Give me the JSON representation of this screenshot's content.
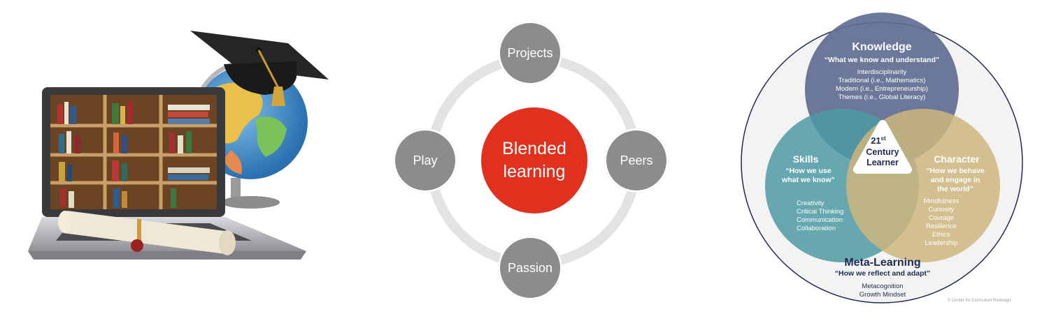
{
  "center": {
    "core_line1": "Blended",
    "core_line2": "learning",
    "nodes": {
      "top": "Projects",
      "right": "Peers",
      "bottom": "Passion",
      "left": "Play"
    }
  },
  "venn": {
    "knowledge": {
      "title": "Knowledge",
      "subtitle": "“What we know and understand”",
      "items": [
        "Interdisciplinarity",
        "Traditional (i.e., Mathematics)",
        "Modern (i.e., Entrepreneurship)",
        "Themes (i.e., Global Literacy)"
      ]
    },
    "skills": {
      "title": "Skills",
      "subtitle_line1": "“How we use",
      "subtitle_line2": "what we know”",
      "items": [
        "Creativity",
        "Critical Thinking",
        "Communication",
        "Collaboration"
      ]
    },
    "character": {
      "title": "Character",
      "subtitle_line1": "“How we behave",
      "subtitle_line2": "and engage in",
      "subtitle_line3": "the world”",
      "items": [
        "Mindfulness",
        "Curiosity",
        "Courage",
        "Resilience",
        "Ethics",
        "Leadership"
      ]
    },
    "center": {
      "line1": "21",
      "sup": "st",
      "line2": "Century",
      "line3": "Learner"
    },
    "meta": {
      "title": "Meta-Learning",
      "subtitle": "“How we reflect and adapt”",
      "items": [
        "Metacognition",
        "Growth Mindset"
      ]
    },
    "copyright": "© Center for Curriculum Redesign"
  },
  "colors": {
    "core_red": "#e0311f",
    "node_gray": "#8c8c8c",
    "ring_gray": "#e3e3e3",
    "knowledge_blue": "#5f6e93",
    "skills_teal": "#4e9aa3",
    "character_gold": "#cdb57e",
    "meta_navy": "#1f2a52"
  }
}
